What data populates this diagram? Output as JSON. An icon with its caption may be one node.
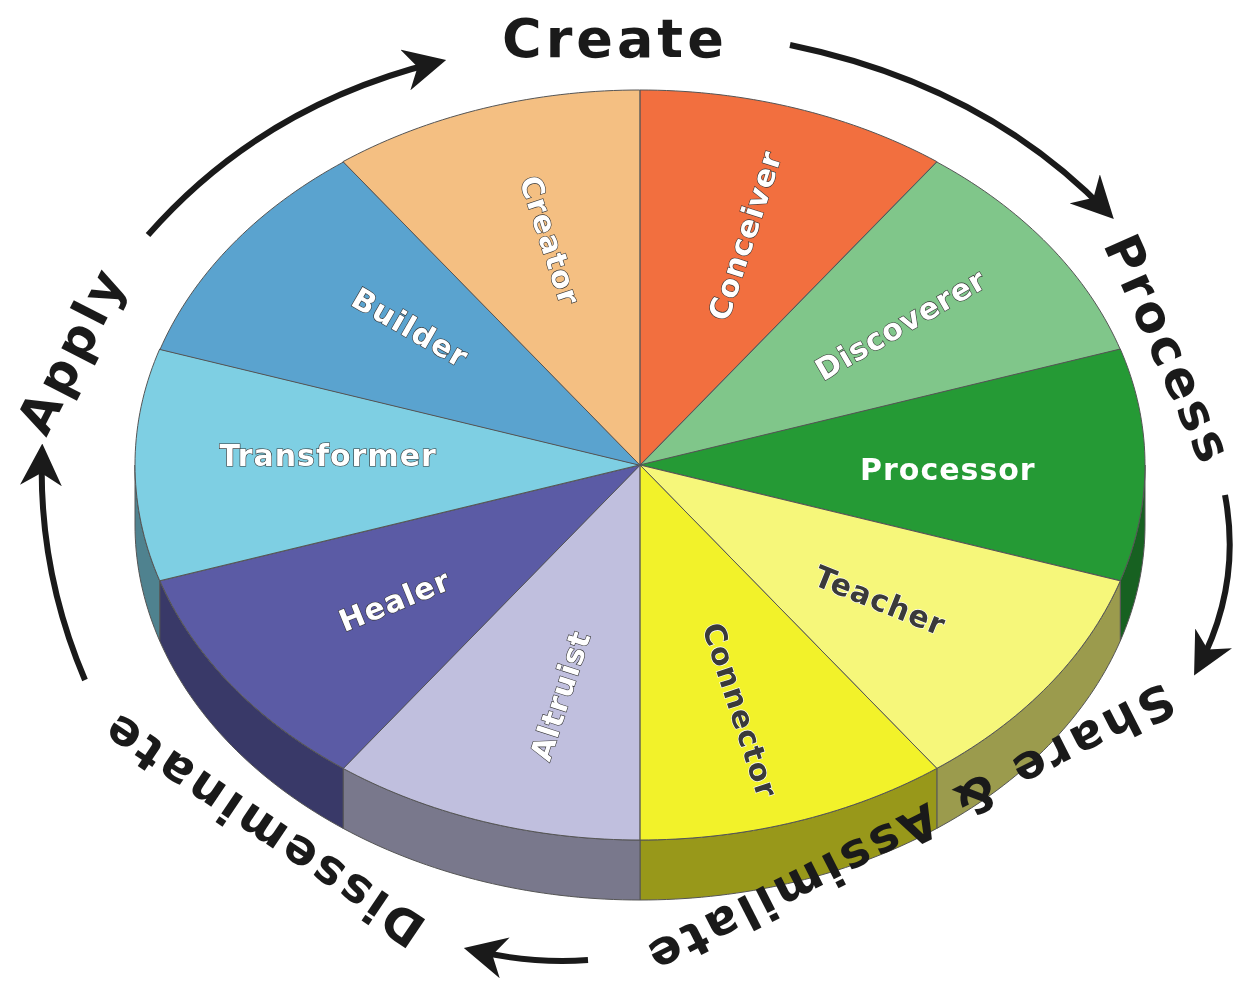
{
  "diagram": {
    "nodes": [
      {
        "text": [
          "Create"
        ]
      },
      {
        "text": [
          "Process"
        ]
      },
      {
        "text": [
          "Share & Assimilate"
        ]
      },
      {
        "text": [
          "Disseminate"
        ]
      },
      {
        "text": [
          "Apply"
        ]
      },
      {
        "text": [
          "Conceiver"
        ]
      },
      {
        "text": [
          "Discoverer"
        ]
      },
      {
        "text": [
          "Processor"
        ]
      },
      {
        "text": [
          "Teacher"
        ]
      },
      {
        "text": [
          "Connector"
        ]
      },
      {
        "text": [
          "Altruist"
        ]
      },
      {
        "text": [
          "Healer"
        ]
      },
      {
        "text": [
          "Transformer"
        ]
      },
      {
        "text": [
          "Builder"
        ]
      },
      {
        "text": [
          "Creator"
        ]
      }
    ],
    "edges": [
      {
        "from": 4,
        "to": 0,
        "arrow": "to"
      },
      {
        "from": 0,
        "to": 1,
        "arrow": "to"
      },
      {
        "from": 1,
        "to": 2,
        "arrow": "to"
      },
      {
        "from": 2,
        "to": 3,
        "arrow": "to"
      },
      {
        "from": 3,
        "to": 4,
        "arrow": "to"
      }
    ]
  }
}
